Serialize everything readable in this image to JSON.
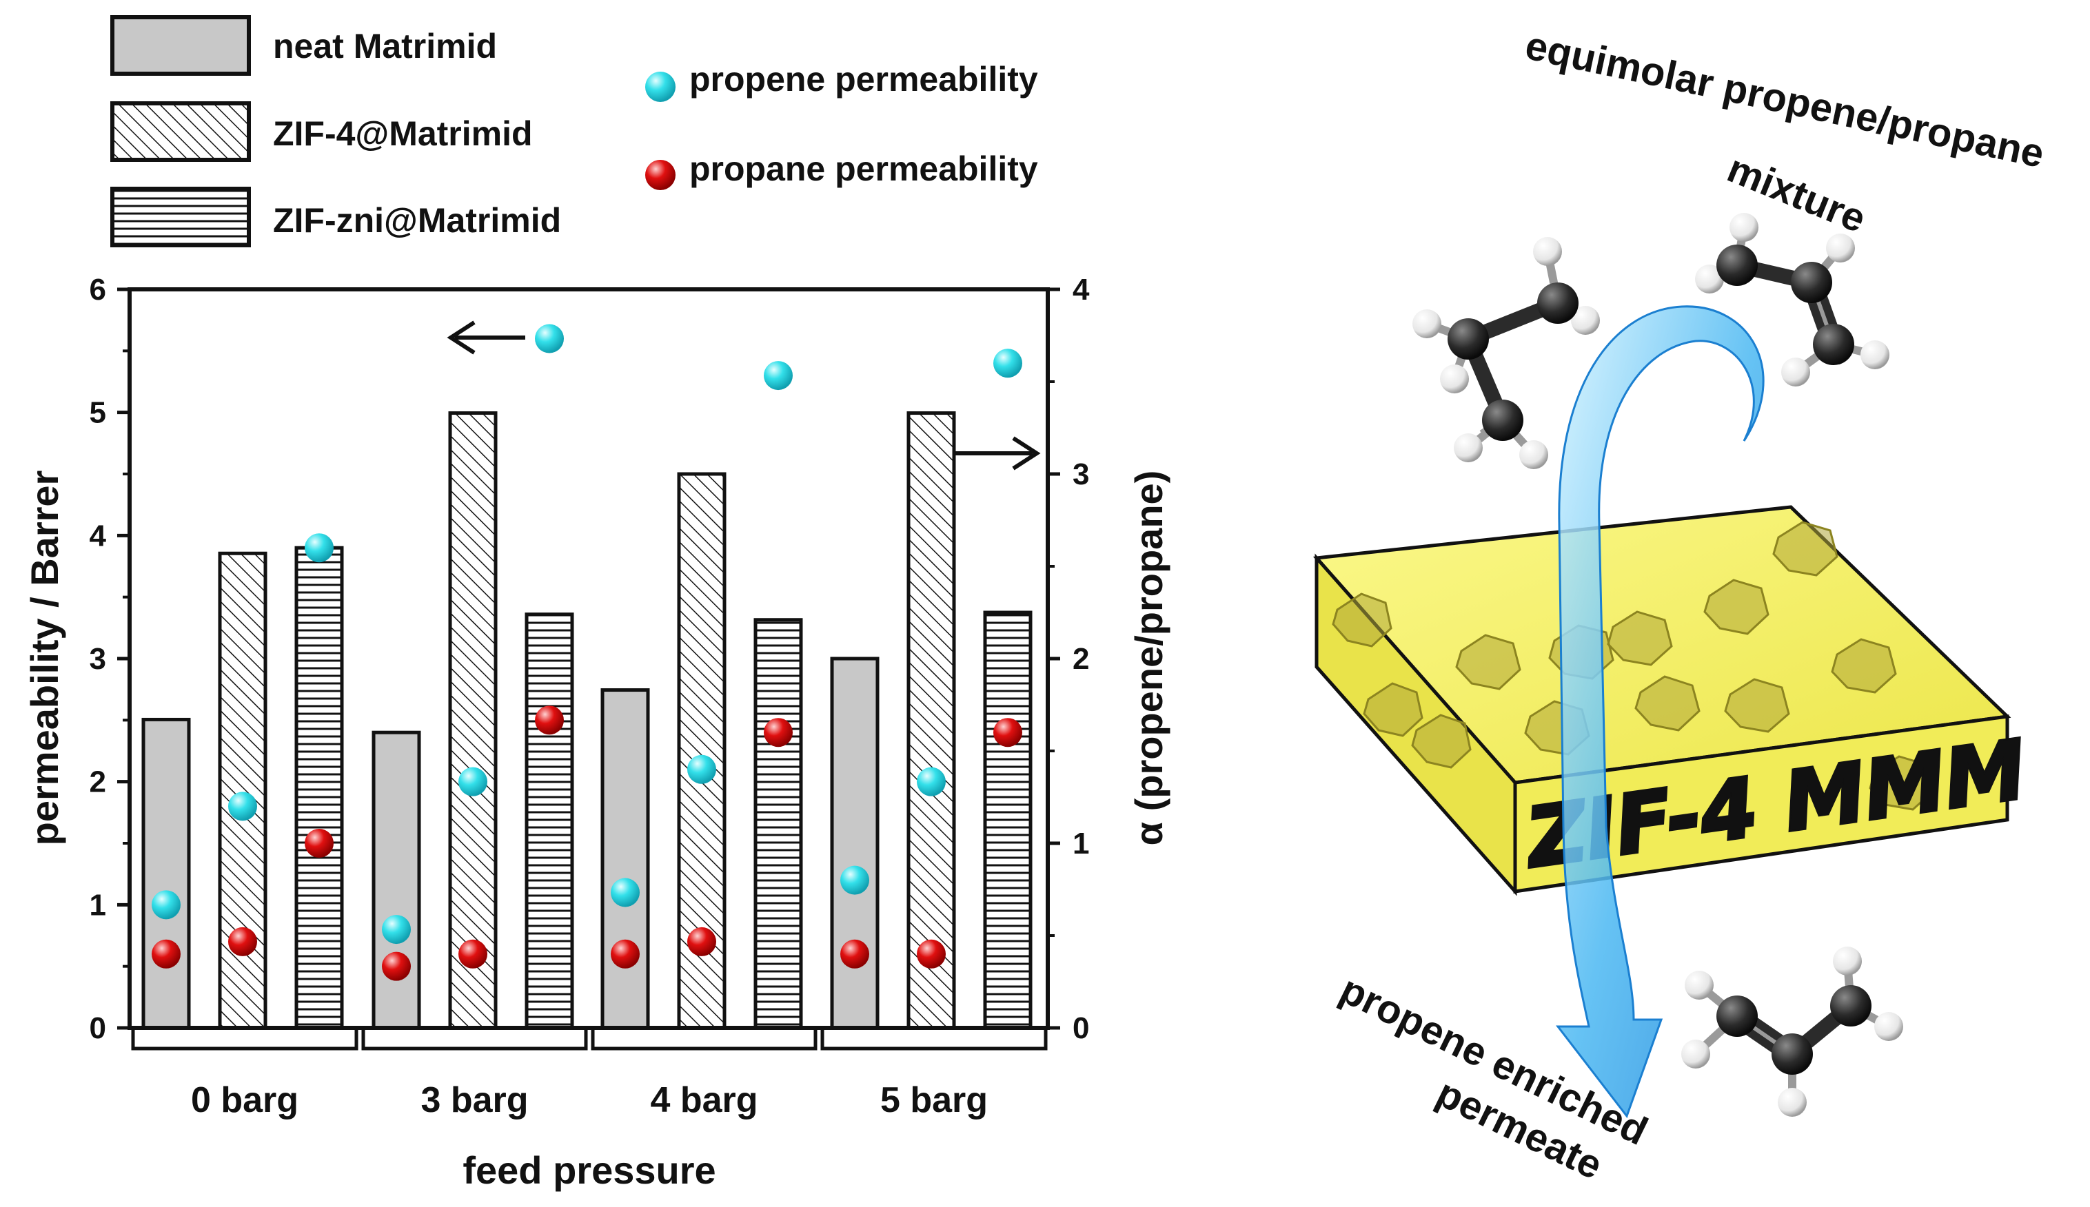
{
  "chart_data": {
    "type": "bar",
    "categories": [
      "0 barg",
      "3 barg",
      "4 barg",
      "5 barg"
    ],
    "xlabel": "feed pressure",
    "ylabel": "permeability / Barrer",
    "y2label": "α (propene/propane)",
    "ylim": [
      0,
      6
    ],
    "y2lim": [
      0,
      4
    ],
    "yticks": [
      "0",
      "1",
      "2",
      "3",
      "4",
      "5",
      "6"
    ],
    "y2ticks": [
      "0",
      "1",
      "2",
      "3",
      "4"
    ],
    "bar_series": [
      {
        "name": "neat Matrimid",
        "pattern": "solid",
        "axis": "right",
        "values": [
          1.67,
          1.6,
          1.83,
          2.0
        ]
      },
      {
        "name": "ZIF-4@Matrimid",
        "pattern": "diagonal",
        "axis": "right",
        "values": [
          2.57,
          3.33,
          3.0,
          3.33
        ]
      },
      {
        "name": "ZIF-zni@Matrimid",
        "pattern": "horizontal",
        "axis": "right",
        "values": [
          2.6,
          2.24,
          2.21,
          2.25
        ]
      }
    ],
    "scatter_series": [
      {
        "name": "propene permeability",
        "color": "#33e0ea",
        "axis": "left",
        "values": [
          [
            1.0,
            1.8,
            3.9
          ],
          [
            0.8,
            2.0,
            5.6
          ],
          [
            1.1,
            2.1,
            5.3
          ],
          [
            1.2,
            2.0,
            5.4
          ]
        ]
      },
      {
        "name": "propane permeability",
        "color": "#e01010",
        "axis": "left",
        "values": [
          [
            0.6,
            0.7,
            1.5
          ],
          [
            0.5,
            0.6,
            2.5
          ],
          [
            0.6,
            0.7,
            2.4
          ],
          [
            0.6,
            0.6,
            2.4
          ]
        ]
      }
    ],
    "grid": false,
    "legend_position": "top"
  },
  "illustration": {
    "feed_label_lines": [
      "equimolar propene/propane",
      "mixture"
    ],
    "membrane_label": "ZIF-4 MMM",
    "permeate_label_lines": [
      "propene enriched",
      "permeate"
    ],
    "colors": {
      "membrane": "#f3ef5a",
      "arrow": "#2a9fe8",
      "carbon": "#2b2b2b",
      "hydrogen": "#f2f2f2",
      "crystal": "#b0a838"
    },
    "icons": [
      "propane-molecule-icon",
      "propene-molecule-icon",
      "flow-arrow-icon"
    ]
  }
}
